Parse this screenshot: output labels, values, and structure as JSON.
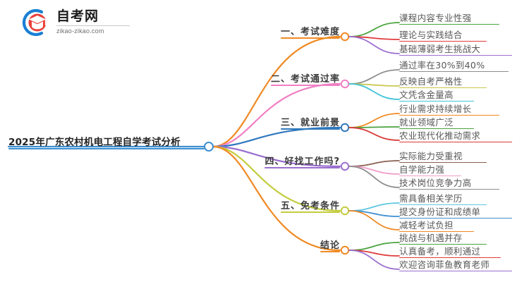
{
  "logo": {
    "name_cn": "自考网",
    "domain": "zikao-zikao.com",
    "mark_icon": "graduation-cap-logo-icon",
    "arc_color": "#1a7fd4",
    "cap_color": "#d8332a"
  },
  "mindmap": {
    "root": {
      "label": "2025年广东农村机电工程自学考试分析",
      "color": "#3d8fd1"
    },
    "branches": [
      {
        "index": 1,
        "label": "一、考试难度",
        "color": "#f08a24",
        "children": [
          {
            "label": "课程内容专业性强",
            "color": "#4ba33f"
          },
          {
            "label": "理论与实践结合",
            "color": "#e03b3b"
          },
          {
            "label": "基础薄弱考生挑战大",
            "color": "#9b6fd0"
          }
        ]
      },
      {
        "index": 2,
        "label": "二、考试通过率",
        "color": "#f07fc4",
        "children": [
          {
            "label": "通过率在30%到40%",
            "color": "#8d8d8d"
          },
          {
            "label": "反映自考严格性",
            "color": "#c9c64a"
          },
          {
            "label": "文凭含金量高",
            "color": "#3fc4d8"
          }
        ]
      },
      {
        "index": 3,
        "label": "三、就业前景",
        "color": "#2f78bd",
        "children": [
          {
            "label": "行业需求持续增长",
            "color": "#f08a24"
          },
          {
            "label": "就业领域广泛",
            "color": "#4ba33f"
          },
          {
            "label": "农业现代化推动需求",
            "color": "#d93a3a"
          }
        ]
      },
      {
        "index": 4,
        "label": "四、好找工作吗?",
        "color": "#9b6fd0",
        "children": [
          {
            "label": "实际能力受重视",
            "color": "#8a6050"
          },
          {
            "label": "自学能力强",
            "color": "#f09cc8"
          },
          {
            "label": "技术岗位竞争力高",
            "color": "#8d8d8d"
          }
        ]
      },
      {
        "index": 5,
        "label": "五、免考条件",
        "color": "#c3cc3d",
        "children": [
          {
            "label": "需具备相关学历",
            "color": "#5ec7e0"
          },
          {
            "label": "提交身份证和成绩单",
            "color": "#3d8fd1"
          },
          {
            "label": "减轻考试负担",
            "color": "#f08a24"
          }
        ]
      },
      {
        "index": 6,
        "label": "结论",
        "color": "#f08a24",
        "children": [
          {
            "label": "挑战与机遇并存",
            "color": "#4ba33f"
          },
          {
            "label": "认真备考，顺利通过",
            "color": "#e03b3b"
          },
          {
            "label": "欢迎咨询菲鱼教育老师",
            "color": "#9b6fd0"
          }
        ]
      }
    ]
  }
}
